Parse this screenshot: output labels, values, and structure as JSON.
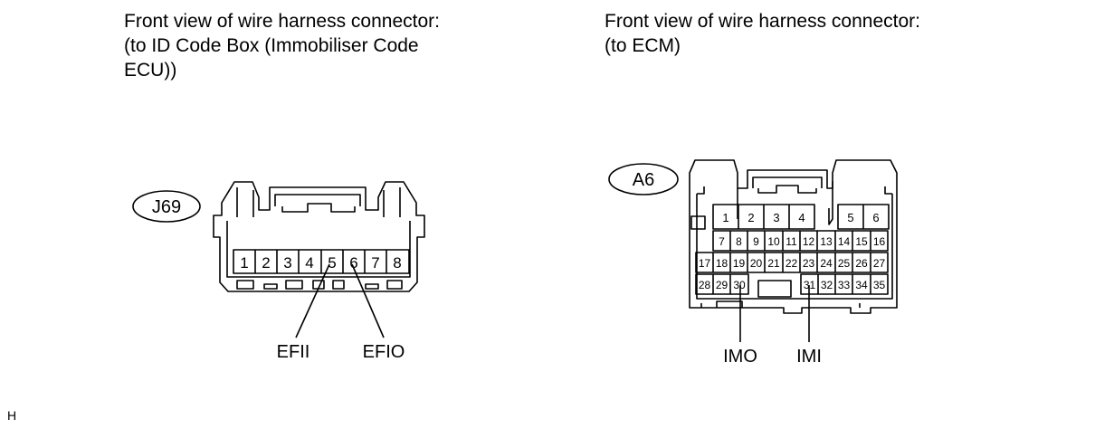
{
  "left_connector": {
    "title": "Front view of wire harness connector:\n(to ID Code Box (Immobiliser Code\nECU))",
    "id": "J69",
    "pins": [
      "1",
      "2",
      "3",
      "4",
      "5",
      "6",
      "7",
      "8"
    ],
    "callouts": {
      "efii": "EFII",
      "efio": "EFIO"
    }
  },
  "right_connector": {
    "title": "Front view of wire harness connector:\n(to ECM)",
    "id": "A6",
    "row1": [
      "1",
      "2",
      "3",
      "4",
      "5",
      "6"
    ],
    "row2": [
      "7",
      "8",
      "9",
      "10",
      "11",
      "12",
      "13",
      "14",
      "15",
      "16"
    ],
    "row3": [
      "17",
      "18",
      "19",
      "20",
      "21",
      "22",
      "23",
      "24",
      "25",
      "26",
      "27"
    ],
    "row4": [
      "28",
      "29",
      "30",
      "31",
      "32",
      "33",
      "34",
      "35"
    ],
    "callouts": {
      "imo": "IMO",
      "imi": "IMI"
    }
  },
  "footer_code": "H"
}
